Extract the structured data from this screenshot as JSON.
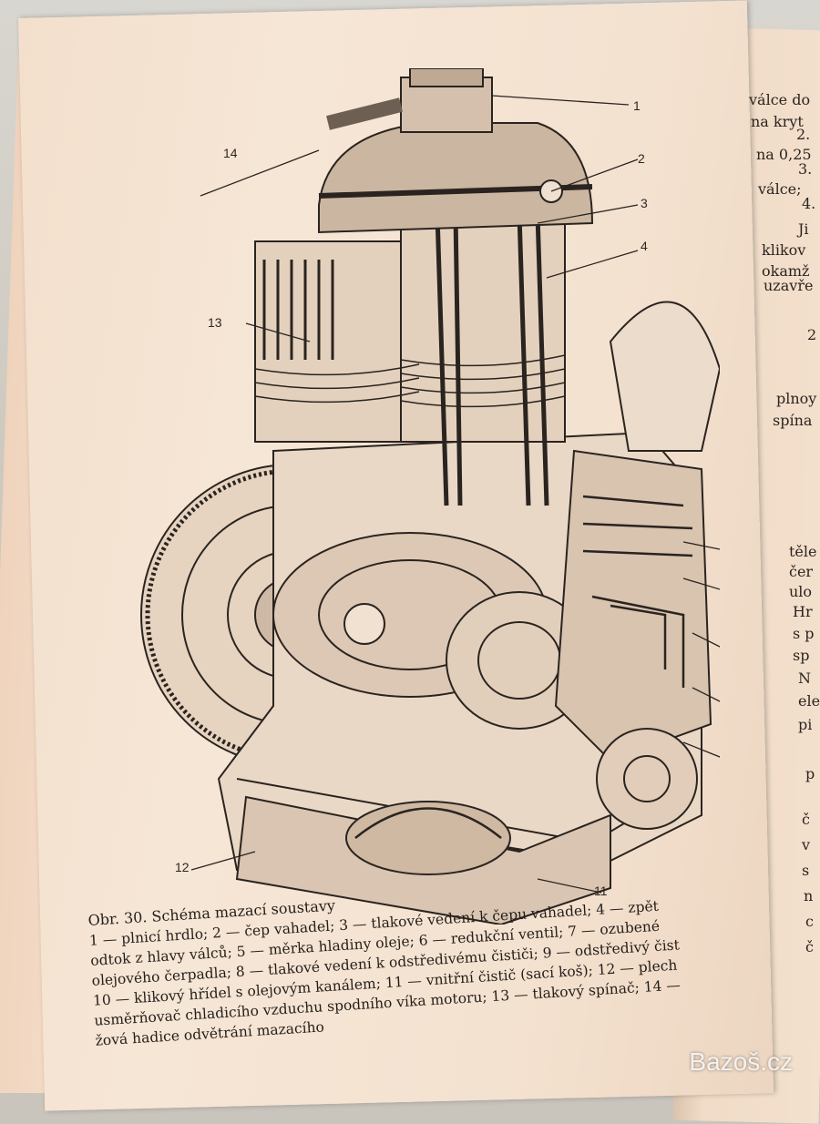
{
  "figure": {
    "callouts": {
      "c1": "1",
      "c2": "2",
      "c3": "3",
      "c4": "4",
      "c11": "11",
      "c12": "12",
      "c13": "13",
      "c14": "14"
    }
  },
  "caption": {
    "title": "Obr. 30. Schéma mazací soustavy",
    "lines": [
      "1 — plnicí hrdlo; 2 — čep vahadel; 3 — tlakové vedení k čepu vahadel; 4 — zpět",
      "odtok z hlavy válců; 5 — měrka hladiny oleje; 6 — redukční ventil; 7 — ozubené",
      "olejového čerpadla; 8 — tlakové vedení k odstředivému čističi; 9 — odstředivý čist",
      "10 — klikový hřídel s olejovým kanálem; 11 — vnitřní čistič (sací koš); 12 — plech",
      "usměrňovač chladicího vzduchu spodního víka motoru; 13 — tlakový spínač; 14 —",
      "žová hadice odvětrání mazacího"
    ]
  },
  "right_page": {
    "lines_top": [
      "válce do",
      "na kryt",
      "2.",
      "na 0,25",
      "3.",
      "válce;",
      "4.",
      "Ji",
      "klikov",
      "okamž",
      "uzavře",
      "2"
    ],
    "lines_mid": [
      "plnoy",
      "spína"
    ],
    "lines_low": [
      "těle",
      "čer",
      "ulo",
      "Hr",
      "s p",
      "sp",
      "N",
      "ele",
      "pi",
      "p",
      "č",
      "v",
      "s",
      "n",
      "c",
      "č"
    ]
  },
  "watermark": "Bazoš.cz"
}
